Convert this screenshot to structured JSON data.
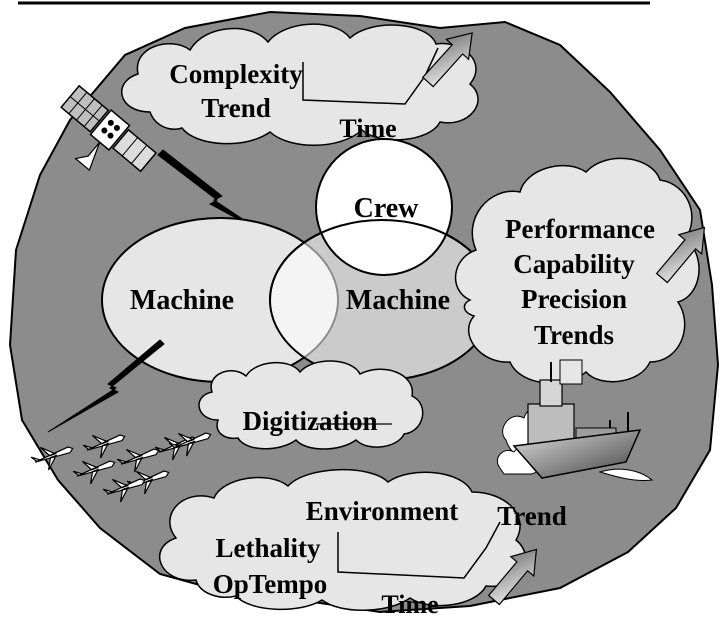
{
  "labels": {
    "complexity_line1": "Complexity",
    "complexity_line2": "Trend",
    "time_top": "Time",
    "crew": "Crew",
    "machine_left": "Machine",
    "machine_right": "Machine",
    "perf_line1": "Performance",
    "perf_line2": "Capability",
    "perf_line3": "Precision",
    "perf_line4": "Trends",
    "digitization": "Digitization",
    "environment": "Environment",
    "trend_bottom": "Trend",
    "lethality": "Lethality",
    "optempo": "OpTempo",
    "time_bottom": "Time"
  },
  "colors": {
    "background_blob": "#8c8c8c",
    "cloud_fill": "#e6e6e6",
    "circle_fill": "#ffffff",
    "ellipse_fill": "#e6e6e6",
    "arrow_fill": "#a0a0a0",
    "outline": "#000000"
  },
  "icons": [
    "satellite-icon",
    "aircraft-formation-icon",
    "warship-icon",
    "lightning-bolt-icon",
    "trend-arrow-icon"
  ]
}
